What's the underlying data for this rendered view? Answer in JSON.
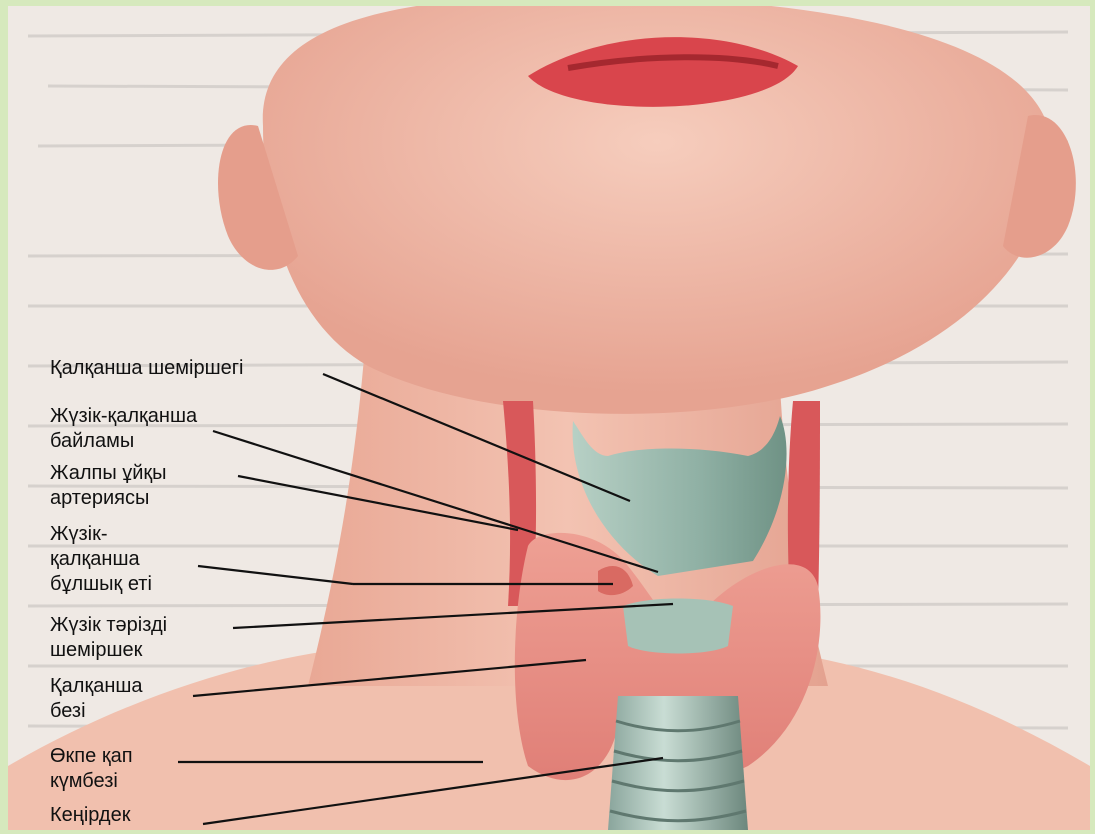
{
  "labels": {
    "thyroid_cartilage": "Қалқанша шеміршегі",
    "cricothyroid_ligament_1": "Жүзік-қалқанша",
    "cricothyroid_ligament_2": "байламы",
    "common_carotid_1": "Жалпы ұйқы",
    "common_carotid_2": "артериясы",
    "cricothyroid_muscle_1": "Жүзік-",
    "cricothyroid_muscle_2": "қалқанша",
    "cricothyroid_muscle_3": "бұлшық еті",
    "cricoid_cartilage_1": "Жүзік тәрізді",
    "cricoid_cartilage_2": "шеміршек",
    "thyroid_gland_1": "Қалқанша",
    "thyroid_gland_2": "безі",
    "pleura_dome_1": "Өкпе қап",
    "pleura_dome_2": "күмбезі",
    "trachea": "Кеңірдек"
  },
  "colors": {
    "frame": "#d6e9bd",
    "skin": "#efb3a3",
    "artery": "#d8585a",
    "cartilage": "#a9c3b8",
    "gland": "#e8938a"
  }
}
